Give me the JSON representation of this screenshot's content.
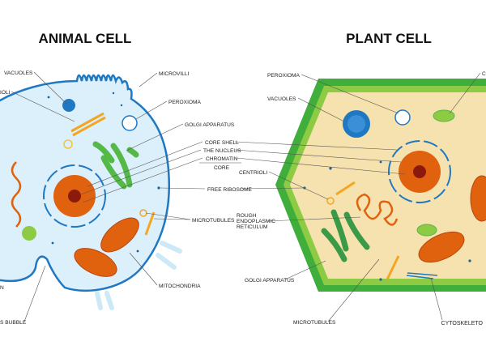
{
  "animal": {
    "title": "ANIMAL CELL",
    "labels": {
      "vacuoles": "VACUOLES",
      "centrioli_cut": "IOLI",
      "microvilli": "MICROVILLI",
      "peroxioma": "PEROXIOMA",
      "golgi": "GOLGI APPARATUS",
      "core_shell": "CORE SHELL",
      "nucleus": "THE NUCLEUS",
      "chromatin": "CHROMATIN",
      "core": "CORE",
      "free_ribosome": "FREE RIBOSOME",
      "microtubules": "MICROTUBULES",
      "rer_1": "ROUGH",
      "rer_2": "ENDOPLASMIC",
      "rer_3": "RETICULUM",
      "mitochondria": "MITOCHONDRIA",
      "bubble_cut": "S BUBBLE",
      "n_cut": "N"
    }
  },
  "plant": {
    "title": "PLANT CELL",
    "labels": {
      "peroxioma": "PEROXIOMA",
      "vacuoles": "VACUOLES",
      "centrioli": "CENTRIOLI",
      "golgi": "GOLGI APPARATUS",
      "microtubules": "MICROTUBULES",
      "cytoskeleton_cut": "CYTOSKELETO",
      "top_right_cut": "C"
    }
  },
  "colors": {
    "animal_fill": "#dcf0fb",
    "animal_stroke": "#1f78c1",
    "plant_outer": "#3fae3a",
    "plant_inner": "#8dcb45",
    "plant_cytoplasm": "#f6e2ae",
    "nucleus": "#e0620f",
    "nucleolus": "#8b1a0c",
    "golgi": "#55b947",
    "mitochondria": "#e0620f",
    "microtubule": "#f4a623"
  }
}
